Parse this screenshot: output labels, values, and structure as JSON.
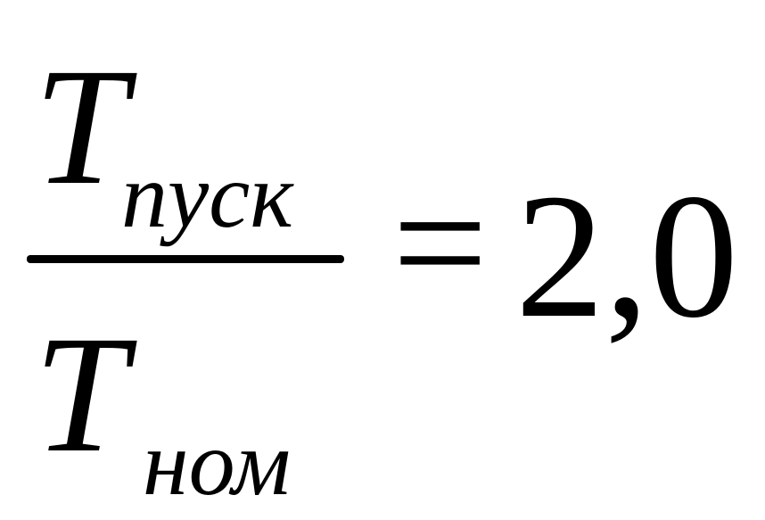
{
  "formula": {
    "numerator": {
      "symbol": "T",
      "subscript": "пуск"
    },
    "denominator": {
      "symbol": "T",
      "subscript": "ном"
    },
    "operator": "=",
    "value": "2,0"
  },
  "colors": {
    "text": "#000000",
    "background": "#ffffff"
  }
}
